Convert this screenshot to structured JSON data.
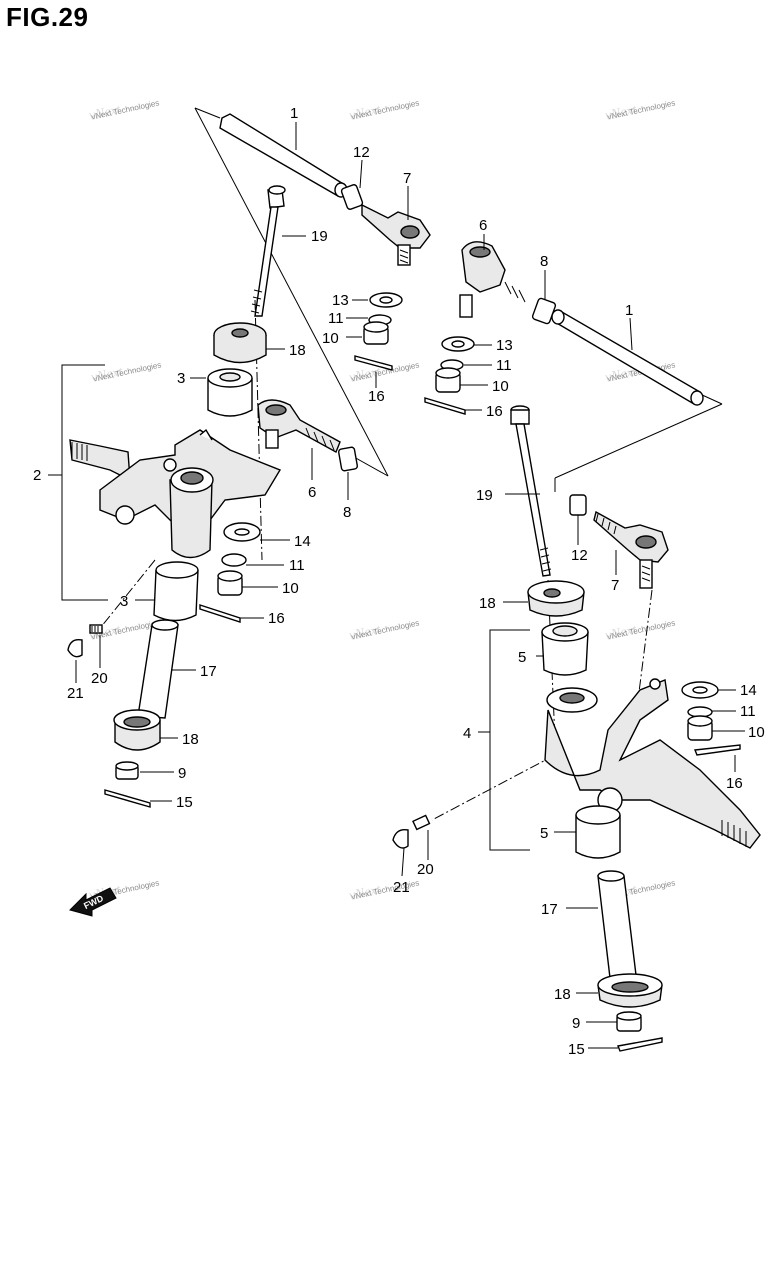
{
  "figure": {
    "title": "FIG.29"
  },
  "watermark": {
    "text": "vNext Technologies"
  },
  "forward_mark": {
    "text": "FWD"
  },
  "callouts": [
    "1",
    "12",
    "7",
    "19",
    "13",
    "11",
    "10",
    "18",
    "3",
    "16",
    "6",
    "8",
    "2",
    "14",
    "11",
    "10",
    "3",
    "16",
    "21",
    "20",
    "17",
    "18",
    "9",
    "15",
    "6",
    "8",
    "1",
    "13",
    "11",
    "10",
    "16",
    "19",
    "12",
    "7",
    "18",
    "5",
    "4",
    "14",
    "11",
    "10",
    "16",
    "5",
    "21",
    "20",
    "17",
    "18",
    "9",
    "15"
  ]
}
